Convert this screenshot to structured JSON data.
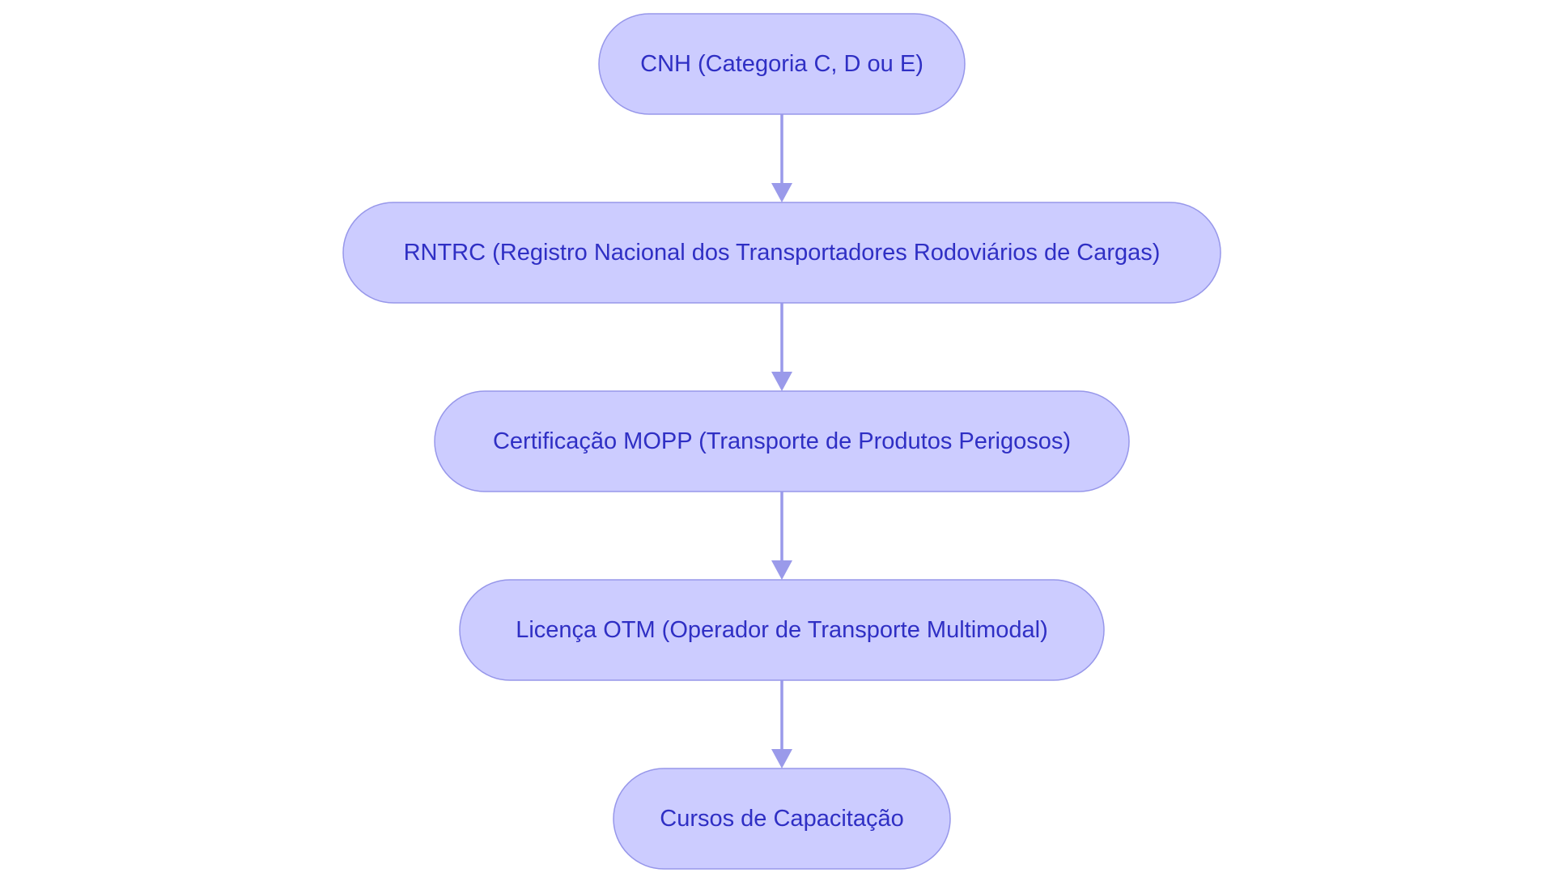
{
  "diagram": {
    "type": "flowchart",
    "direction": "top-to-bottom",
    "colors": {
      "node_fill": "#ccccff",
      "node_stroke": "#9797ea",
      "node_text": "#2f2fc4",
      "edge": "#9a9aea",
      "background": "#ffffff"
    },
    "nodes": [
      {
        "id": "cnh",
        "label": "CNH (Categoria C, D ou E)"
      },
      {
        "id": "rntrc",
        "label": "RNTRC (Registro Nacional dos Transportadores Rodoviários de Cargas)"
      },
      {
        "id": "mopp",
        "label": "Certificação MOPP (Transporte de Produtos Perigosos)"
      },
      {
        "id": "otm",
        "label": "Licença OTM (Operador de Transporte Multimodal)"
      },
      {
        "id": "cursos",
        "label": "Cursos de Capacitação"
      }
    ],
    "edges": [
      {
        "from": "cnh",
        "to": "rntrc"
      },
      {
        "from": "rntrc",
        "to": "mopp"
      },
      {
        "from": "mopp",
        "to": "otm"
      },
      {
        "from": "otm",
        "to": "cursos"
      }
    ]
  }
}
